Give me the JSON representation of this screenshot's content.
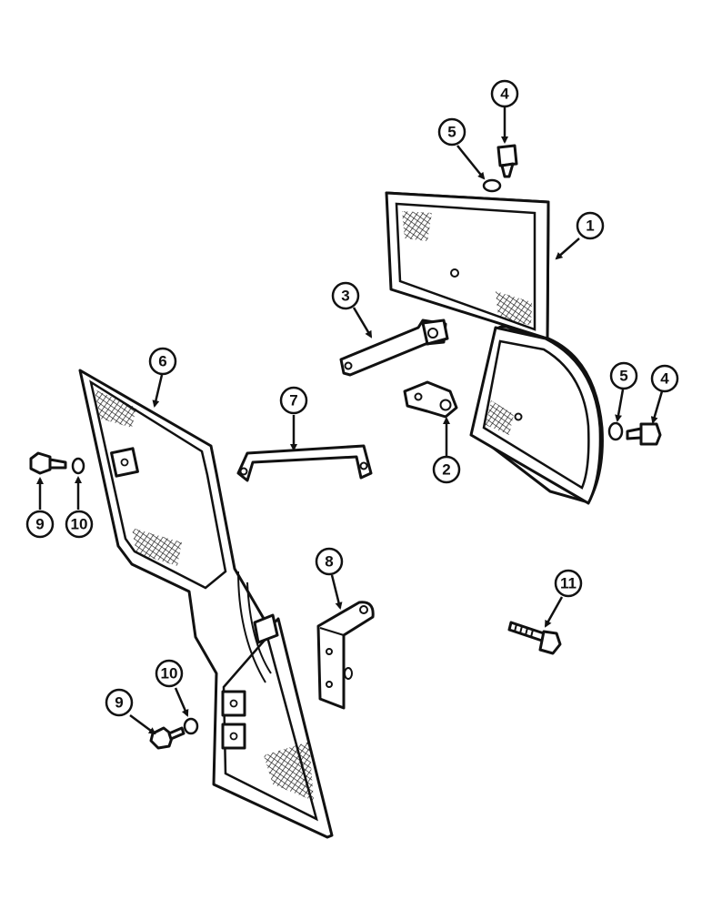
{
  "callouts": [
    {
      "id": "c1",
      "label": "1"
    },
    {
      "id": "c2",
      "label": "2"
    },
    {
      "id": "c3",
      "label": "3"
    },
    {
      "id": "c4a",
      "label": "4"
    },
    {
      "id": "c4b",
      "label": "4"
    },
    {
      "id": "c5a",
      "label": "5"
    },
    {
      "id": "c5b",
      "label": "5"
    },
    {
      "id": "c6",
      "label": "6"
    },
    {
      "id": "c7",
      "label": "7"
    },
    {
      "id": "c8",
      "label": "8"
    },
    {
      "id": "c9a",
      "label": "9"
    },
    {
      "id": "c9b",
      "label": "9"
    },
    {
      "id": "c10a",
      "label": "10"
    },
    {
      "id": "c10b",
      "label": "10"
    },
    {
      "id": "c11",
      "label": "11"
    }
  ]
}
